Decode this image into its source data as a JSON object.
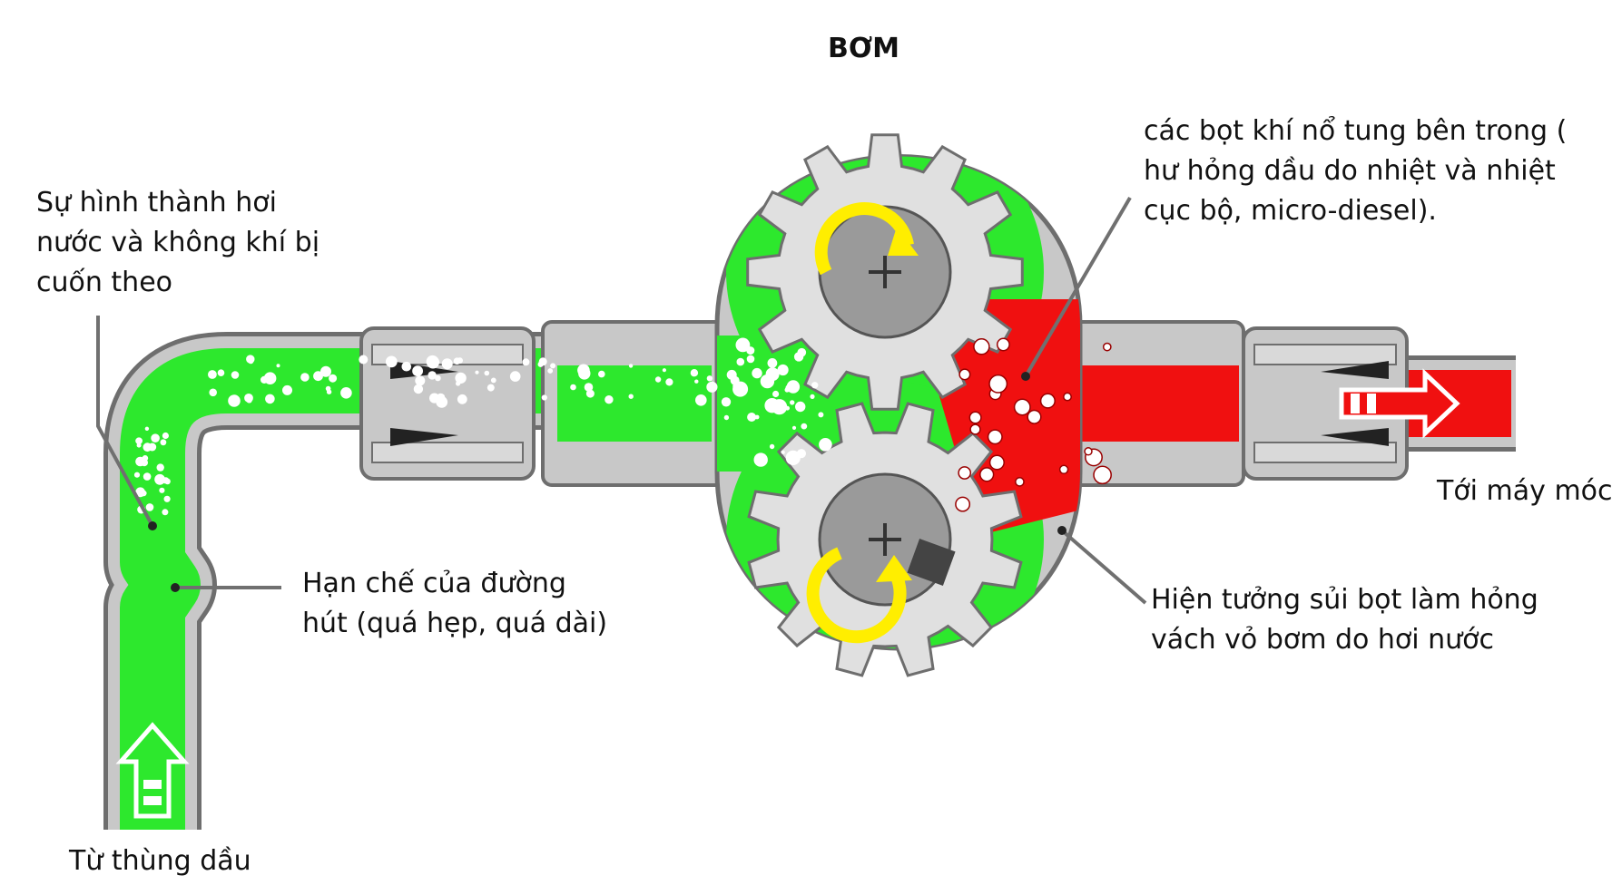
{
  "title": "BƠM",
  "labels": {
    "vapor_formation": [
      "Sự hình thành hơi",
      "nước và không khí bị",
      "cuốn theo"
    ],
    "suction_restriction": [
      "Hạn chế của đường",
      "hút (quá hẹp, quá dài)"
    ],
    "from_tank": "Từ thùng dầu",
    "bubbles_implode": [
      "các bọt khí nổ tung bên trong (",
      "hư hỏng dầu do nhiệt và nhiệt",
      "cục bộ, micro-diesel)."
    ],
    "to_machine": "Tới máy móc",
    "cavitation_damage": [
      "Hiện tưởng sủi bọt làm hỏng",
      "vách vỏ bơm do hơi nước"
    ]
  },
  "colors": {
    "suction_oil": "#2de82d",
    "pressure_oil": "#f01010",
    "housing": "#c8c8c8",
    "housing_outline": "#6e6e6e",
    "gear": "#e0e0e0",
    "hub": "#9a9a9a",
    "rotation_arrow": "#ffee00",
    "leader_line": "#707070"
  },
  "icons": [
    "rotation-arrow-icon",
    "flow-arrow-icon",
    "bubble-icon"
  ]
}
